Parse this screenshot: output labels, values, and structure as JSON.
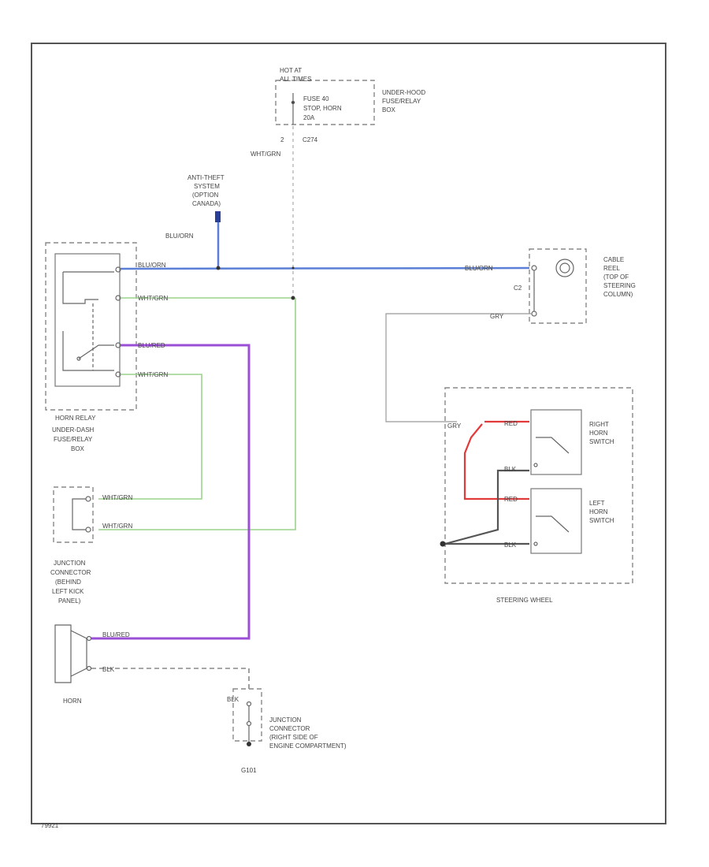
{
  "fuse_box": {
    "hot_label": "HOT AT",
    "hot_sub": "ALL TIMES",
    "fuse_line1": "FUSE 40",
    "fuse_line2": "STOP, HORN",
    "fuse_line3": "20A",
    "box_line1": "UNDER-HOOD",
    "box_line2": "FUSE/RELAY",
    "box_line3": "BOX",
    "pin": "2",
    "connector": "C274"
  },
  "anti_theft": {
    "line1": "ANTI-THEFT",
    "line2": "SYSTEM",
    "line3": "(OPTION",
    "line4": "CANADA)"
  },
  "wires": {
    "blu_orn_short": "BLU/ORN",
    "blu_orn_1": "BLU/ORN",
    "blu_orn_2": "BLU/ORN",
    "wht_grn_vert": "WHT/GRN",
    "wht_grn_1": "WHT/GRN",
    "wht_grn_2": "WHT/GRN",
    "blu_red_1": "BLU/RED",
    "blu_red_2": "BLU/RED",
    "wht_grn_3": "WHT/GRN",
    "wht_grn_4": "WHT/GRN",
    "gry_1": "GRY",
    "gry_2": "GRY",
    "red": "RED",
    "red_2": "RED",
    "blk_1": "BLK",
    "blk_2": "BLK",
    "blk_horn": "BLK",
    "blk_junc": "BLK"
  },
  "relay": {
    "label": "HORN RELAY",
    "box_line1": "UNDER-DASH",
    "box_line2": "FUSE/RELAY",
    "box_line3": "BOX"
  },
  "cable_reel": {
    "connector": "C2",
    "line1": "CABLE",
    "line2": "REEL",
    "line3": "(TOP OF",
    "line4": "STEERING",
    "line5": "COLUMN)"
  },
  "steering": {
    "label": "STEERING WHEEL",
    "right_line1": "RIGHT",
    "right_line2": "HORN",
    "right_line3": "SWITCH",
    "left_line1": "LEFT",
    "left_line2": "HORN",
    "left_line3": "SWITCH"
  },
  "junction_left": {
    "line1": "JUNCTION",
    "line2": "CONNECTOR",
    "line3": "(BEHIND",
    "line4": "LEFT KICK",
    "line5": "PANEL)"
  },
  "horn": {
    "label": "HORN"
  },
  "junction_right": {
    "line1": "JUNCTION",
    "line2": "CONNECTOR",
    "line3": "(RIGHT SIDE OF",
    "line4": "ENGINE COMPARTMENT)",
    "ground": "G101"
  },
  "footer": {
    "code": "79921"
  }
}
